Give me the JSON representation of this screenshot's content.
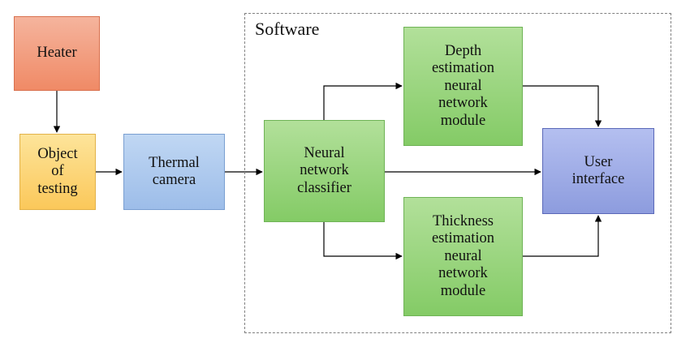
{
  "group": {
    "label": "Software"
  },
  "nodes": {
    "heater": "Heater",
    "object": "Object\nof\ntesting",
    "camera": "Thermal\ncamera",
    "classifier": "Neural\nnetwork\nclassifier",
    "depth": "Depth\nestimation\nneural\nnetwork\nmodule",
    "thickness": "Thickness\nestimation\nneural\nnetwork\nmodule",
    "ui": "User\ninterface"
  },
  "edges": [
    {
      "from": "heater",
      "to": "object"
    },
    {
      "from": "object",
      "to": "camera"
    },
    {
      "from": "camera",
      "to": "classifier"
    },
    {
      "from": "classifier",
      "to": "depth"
    },
    {
      "from": "classifier",
      "to": "ui"
    },
    {
      "from": "classifier",
      "to": "thickness"
    },
    {
      "from": "depth",
      "to": "ui"
    },
    {
      "from": "thickness",
      "to": "ui"
    }
  ],
  "colors": {
    "heater": "#f08a66",
    "object": "#fbc85a",
    "camera": "#9dbde9",
    "green": "#84cb66",
    "ui": "#8d9cde",
    "line": "#000000",
    "frame": "#808080"
  }
}
